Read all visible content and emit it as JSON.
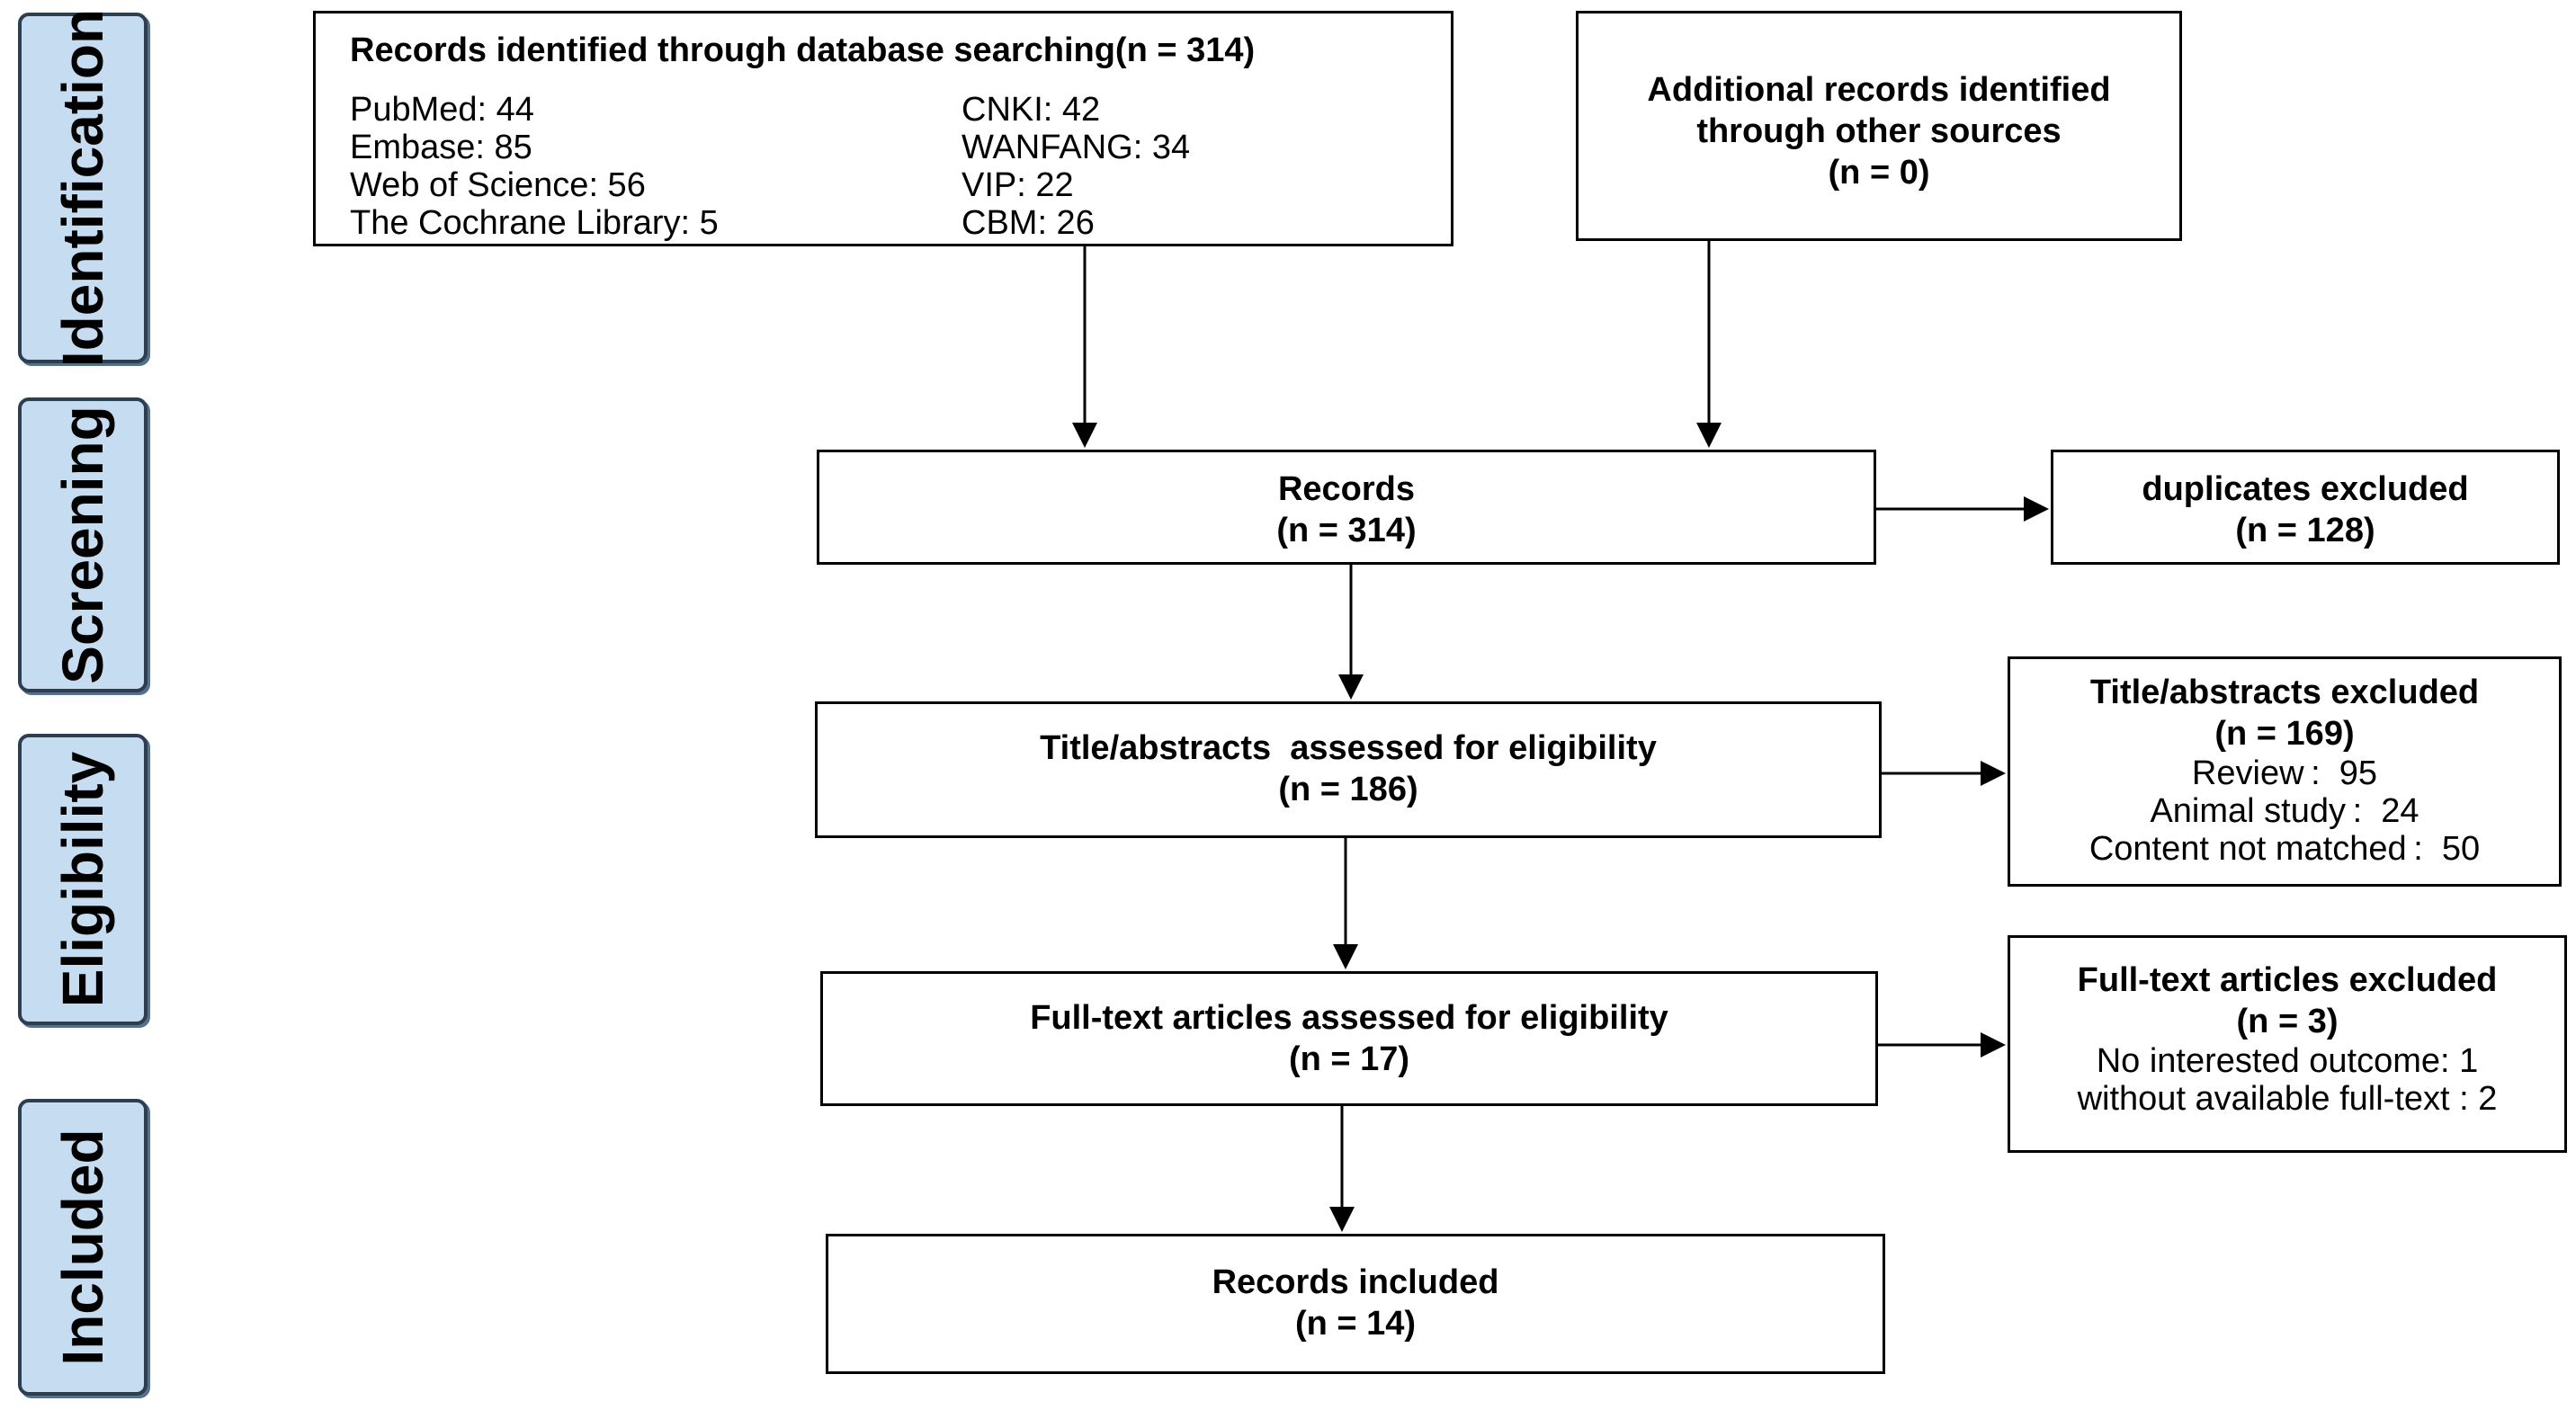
{
  "stages": [
    "Identification",
    "Screening",
    "Eligibility",
    "Included"
  ],
  "identification": {
    "database": {
      "title": "Records identified through database searching(n = 314)",
      "sources": [
        {
          "label": "PubMed: 44"
        },
        {
          "label": "Embase: 85"
        },
        {
          "label": "Web of Science: 56"
        },
        {
          "label": "The Cochrane Library: 5"
        },
        {
          "label": "CNKI: 42"
        },
        {
          "label": "WANFANG: 34"
        },
        {
          "label": "VIP: 22"
        },
        {
          "label": "CBM: 26"
        }
      ]
    },
    "other": {
      "line1": "Additional records identified",
      "line2": "through other sources",
      "count": "(n = 0)"
    }
  },
  "screening": {
    "records": {
      "label": "Records",
      "count": "(n = 314)"
    },
    "duplicates": {
      "label": "duplicates excluded",
      "count": "(n = 128)"
    }
  },
  "eligibility": {
    "title_abstracts": {
      "label": "Title/abstracts  assessed for eligibility",
      "count": "(n = 186)"
    },
    "title_excluded": {
      "label": "Title/abstracts excluded",
      "count": "(n = 169)",
      "reasons": [
        "Review :  95",
        "Animal study :  24",
        "Content not matched :  50"
      ]
    },
    "full_text": {
      "label": "Full-text articles assessed for eligibility",
      "count": "(n = 17)"
    },
    "full_excluded": {
      "label": "Full-text articles excluded",
      "count": "(n = 3)",
      "reasons": [
        "No interested outcome: 1",
        "without available full-text : 2"
      ]
    }
  },
  "included": {
    "label": "Records included",
    "count": "(n = 14)"
  }
}
